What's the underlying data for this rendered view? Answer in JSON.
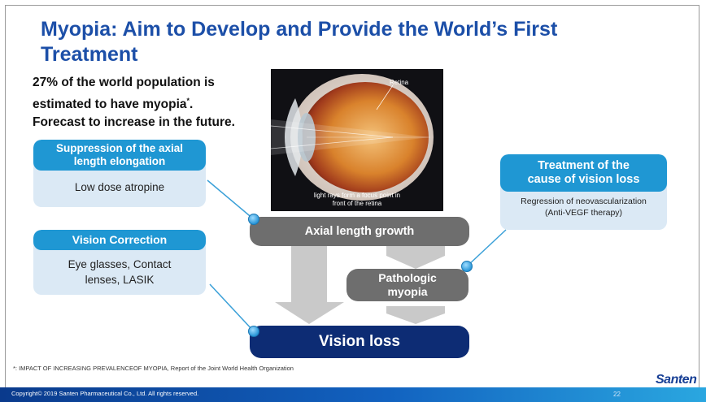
{
  "title": "Myopia: Aim to Develop and Provide the World’s First Treatment",
  "intro": {
    "line1": "27% of the world population is",
    "line2_text": "estimated to have myopia",
    "line2_mark": "*",
    "line2_end": ".",
    "line3": "Forecast to increase in the future."
  },
  "image": {
    "retina_label": "Retina",
    "caption_line1": "light rays form a focus point in",
    "caption_line2": "front of the retina"
  },
  "cards": {
    "axial": {
      "title_line1": "Suppression of the axial",
      "title_line2": "length elongation",
      "body": "Low dose atropine"
    },
    "vision_correction": {
      "title": "Vision Correction",
      "body_line1": "Eye glasses, Contact",
      "body_line2": "lenses, LASIK"
    },
    "treatment": {
      "title_line1": "Treatment of the",
      "title_line2": "cause of vision loss",
      "body_line1": "Regression of neovascularization",
      "body_line2": "(Anti-VEGF therapy)"
    }
  },
  "flow": {
    "axial_growth": "Axial length growth",
    "pathologic_line1": "Pathologic",
    "pathologic_line2": "myopia",
    "vision_loss": "Vision loss"
  },
  "footnote": "*: IMPACT OF INCREASING PREVALENCEOF MYOPIA, Report of the Joint World Health Organization",
  "footer": {
    "copyright": "Copyright© 2019 Santen Pharmaceutical Co., Ltd. All rights reserved.",
    "page": "22",
    "logo": "Santen"
  },
  "colors": {
    "title": "#1c4fa8",
    "card_header": "#1f97d3",
    "card_body": "#dbe9f5",
    "bar_gray": "#6e6e6e",
    "bar_navy": "#0d2c74"
  }
}
